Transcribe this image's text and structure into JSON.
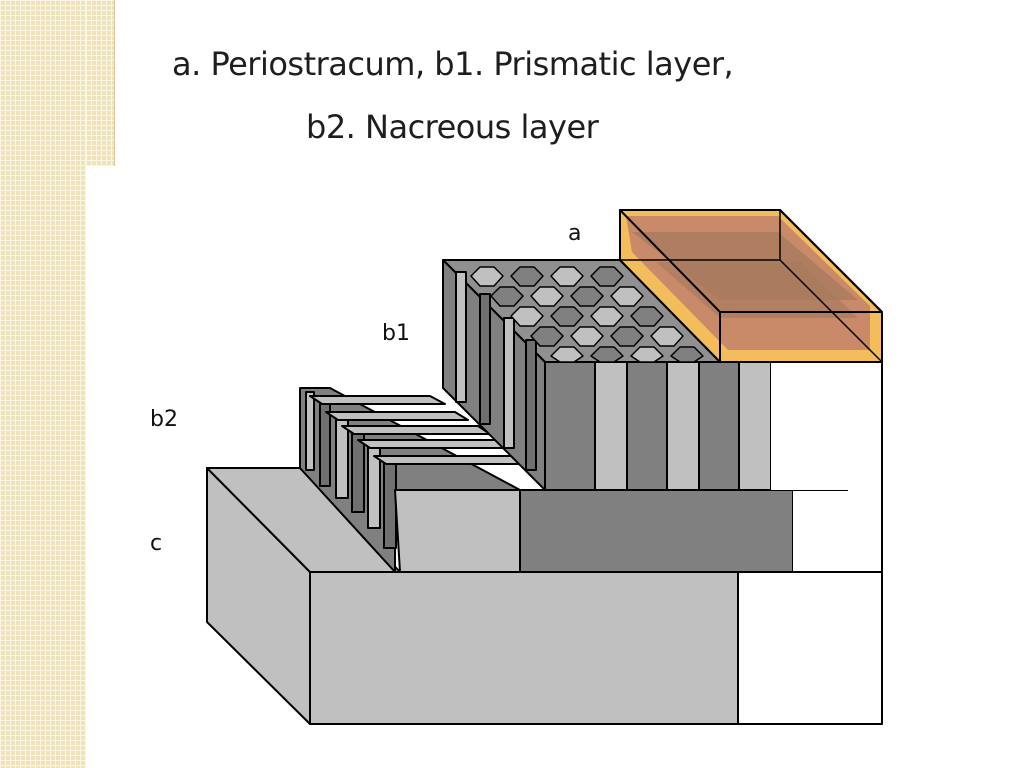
{
  "slide": {
    "title_line1": "a. Periostracum, b1. Prismatic layer,",
    "title_line2": "b2. Nacreous layer"
  },
  "diagram": {
    "labels": {
      "a": "a",
      "b1": "b1",
      "b2": "b2",
      "c": "c"
    },
    "colors": {
      "periostracum_fill": "#f3bd5c",
      "periostracum_inner": "#c98a6a",
      "light_gray": "#c0c0c0",
      "mid_gray": "#808080",
      "dark_gray": "#707070",
      "background_strip": "#efe3bd"
    }
  }
}
